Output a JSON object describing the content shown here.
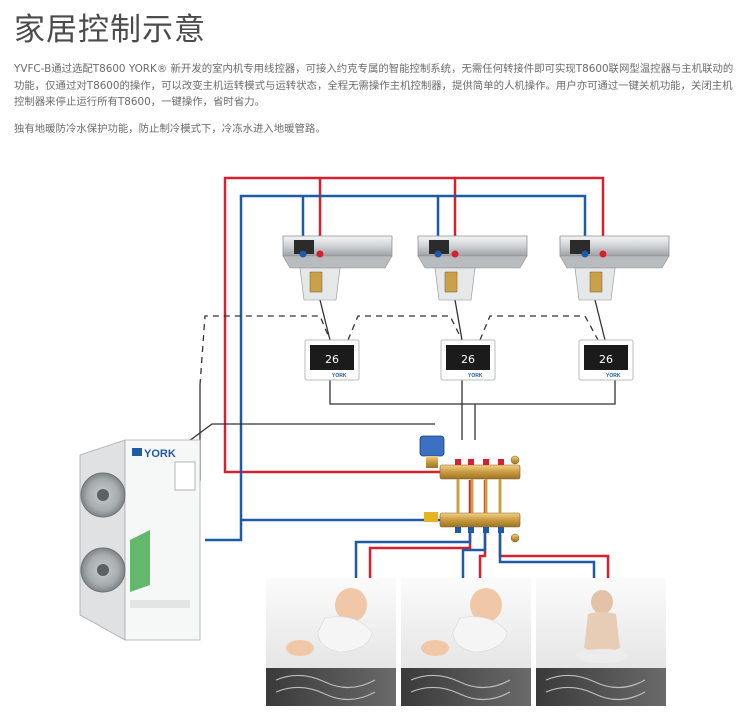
{
  "header": {
    "title": "家居控制示意",
    "description": "YVFC-B通过选配T8600 YORK® 新开发的室内机专用线控器，可接入约克专属的智能控制系统，无需任何转接件即可实现T8600联网型温控器与主机联动的功能，仅通过对T8600的操作，可以改变主机运转模式与运转状态，全程无需操作主机控制器，提供简单的人机操作。用户亦可通过一键关机功能，关闭主机控制器来停止运行所有T8600，一键操作，省时省力。",
    "note": "独有地暖防冷水保护功能，防止制冷模式下，冷冻水进入地暖管路。"
  },
  "diagram": {
    "outdoor_unit_brand": "YORK",
    "thermostat_display": "26",
    "thermostat_brand": "YORK",
    "colors": {
      "supply": "#d6202f",
      "return": "#1f5aa8",
      "control_wire": "#333333"
    },
    "icons": [
      "outdoor-unit",
      "fan-coil-unit",
      "thermostat",
      "manifold",
      "valve",
      "floor-heating-room"
    ]
  }
}
